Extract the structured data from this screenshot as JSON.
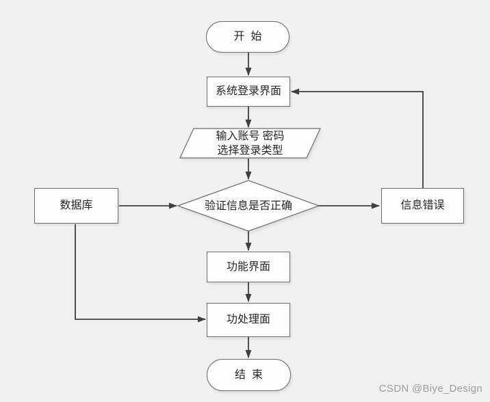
{
  "diagram": {
    "nodes": {
      "start": {
        "label": "开始",
        "type": "terminator"
      },
      "login": {
        "label": "系统登录界面",
        "type": "process"
      },
      "input": {
        "line1": "输入账号 密码",
        "line2": "选择登录类型",
        "type": "io"
      },
      "verify": {
        "label": "验证信息是否正确",
        "type": "decision"
      },
      "database": {
        "label": "数据库",
        "type": "process"
      },
      "error": {
        "label": "信息错误",
        "type": "process"
      },
      "function": {
        "label": "功能界面",
        "type": "process"
      },
      "process": {
        "label": "功处理面",
        "type": "process"
      },
      "end": {
        "label": "结束",
        "type": "terminator"
      }
    },
    "colors": {
      "background": "#f1f1f1",
      "shape_fill": "#fdfdfd",
      "shape_border": "#6b6b6b",
      "arrow": "#3f3f3f",
      "text": "#262626",
      "watermark": "#9c9c9c"
    }
  },
  "watermark": {
    "text": "CSDN @Biye_Design"
  }
}
